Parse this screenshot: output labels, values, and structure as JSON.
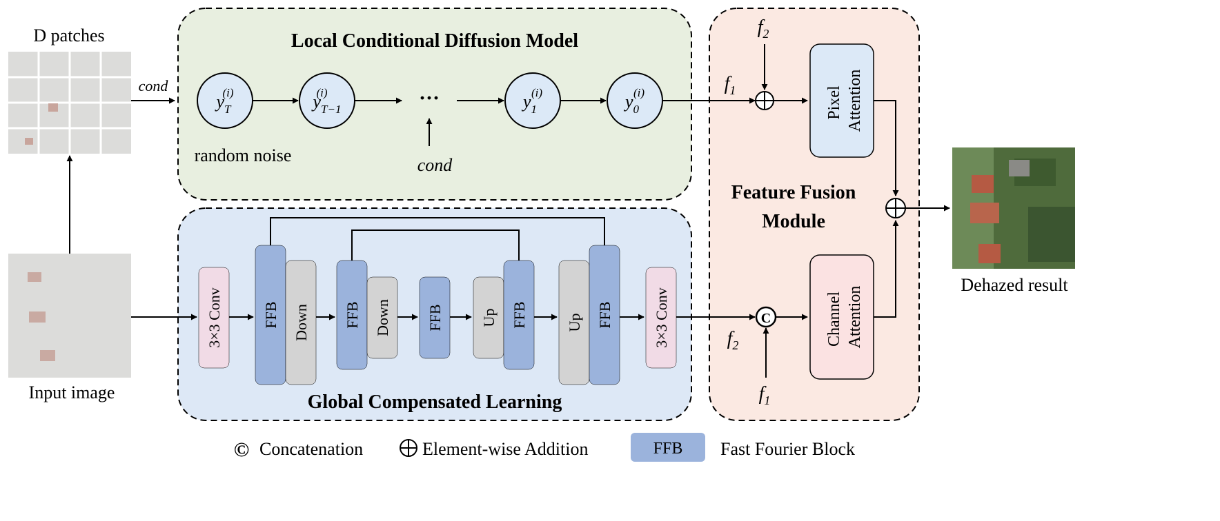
{
  "colors": {
    "local_panel_fill": "#e8efe0",
    "global_panel_fill": "#dde8f6",
    "fusion_panel_fill": "#fbe9e2",
    "ffb_fill": "#9bb3dc",
    "sample_fill": "#d3d3d3",
    "conv_fill": "#f1dbe6",
    "node_fill": "#dce9f7",
    "pixel_attention_fill": "#dce9f7",
    "channel_attention_fill": "#fbe2e2",
    "haze_image": "#dcdcda",
    "result_image": "#4f6b3c"
  },
  "left": {
    "d_patches_label": "D patches",
    "input_image_label": "Input image",
    "cond_label": "cond"
  },
  "local_model": {
    "title": "Local Conditional Diffusion Model",
    "nodes": [
      {
        "base": "y",
        "sub": "T",
        "sup": "(i)"
      },
      {
        "base": "y",
        "sub": "T−1",
        "sup": "(i)"
      },
      {
        "base": "y",
        "sub": "1",
        "sup": "(i)"
      },
      {
        "base": "y",
        "sub": "0",
        "sup": "(i)"
      }
    ],
    "ellipsis": "···",
    "random_noise_label": "random noise",
    "cond_label": "cond"
  },
  "global_model": {
    "title": "Global Compensated Learning",
    "conv_label": "3×3 Conv",
    "ffb_label": "FFB",
    "down_label": "Down",
    "up_label": "Up"
  },
  "fusion": {
    "title_line1": "Feature Fusion",
    "title_line2": "Module",
    "pixel_attention_line1": "Pixel",
    "pixel_attention_line2": "Attention",
    "channel_attention_line1": "Channel",
    "channel_attention_line2": "Attention",
    "f1": {
      "base": "f",
      "sub": "1"
    },
    "f2": {
      "base": "f",
      "sub": "2"
    }
  },
  "right": {
    "dehazed_label": "Dehazed result"
  },
  "legend": {
    "concat_symbol": "©",
    "concat_label": "Concatenation",
    "add_symbol": "⊕",
    "add_label": "Element-wise Addition",
    "ffb_box_label": "FFB",
    "ffb_desc": "Fast Fourier Block"
  }
}
